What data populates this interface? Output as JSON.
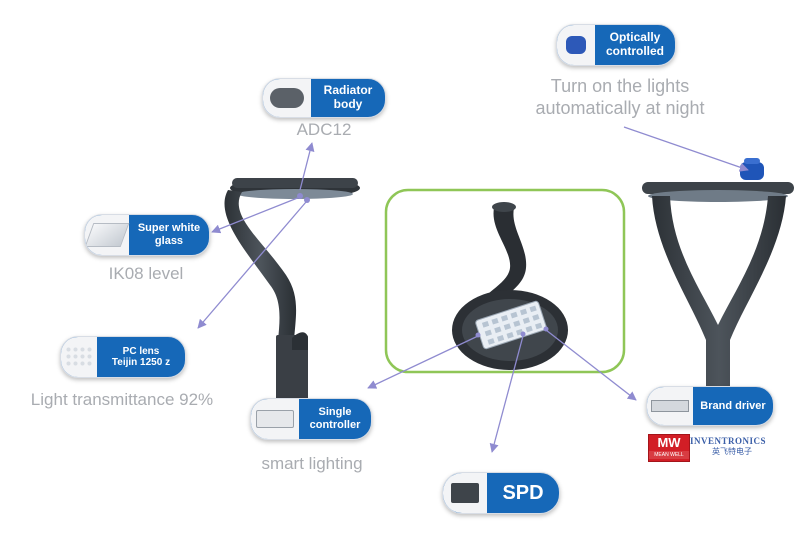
{
  "features": {
    "radiator": {
      "label": "Radiator\nbody",
      "caption": "ADC12"
    },
    "optical": {
      "label": "Optically\ncontrolled",
      "caption": "Turn on the lights\nautomatically at night"
    },
    "glass": {
      "label": "Super white\nglass",
      "caption": "IK08 level"
    },
    "lens": {
      "label": "PC lens\nTeijin 1250 z",
      "caption": "Light transmittance 92%"
    },
    "controller": {
      "label": "Single\ncontroller",
      "caption": "smart lighting"
    },
    "spd": {
      "label": "SPD"
    },
    "driver": {
      "label": "Brand driver"
    }
  },
  "brands": {
    "meanwell_mark": "MW",
    "meanwell_text": "MEAN WELL",
    "inventronics": "INVENTRONICS",
    "inventronics_cn": "英飞特电子"
  },
  "colors": {
    "pill_blue": "#1668b8",
    "arrow_purple": "#8f8bd0",
    "frame_green": "#8fc657",
    "lamp_dark": "#3b4046",
    "caption_grey": "#a9acb1"
  }
}
